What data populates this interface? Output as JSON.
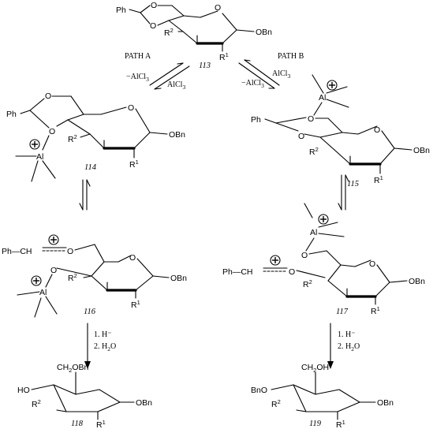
{
  "paths": {
    "path_a": "PATH A",
    "path_b": "PATH B"
  },
  "reagents": {
    "minus_alcl3_a": "−AlCl",
    "plus_alcl3_a": "AlCl",
    "plus_alcl3_b": "AlCl",
    "minus_alcl3_b": "−AlCl",
    "sub3": "3",
    "step_hydride_left": "1. H⁻",
    "step_water_left": "2. H",
    "step_hydride_right": "1. H⁻",
    "step_water_right": "2. H",
    "sub2": "2",
    "water_o": "O"
  },
  "compounds": {
    "c113": "113",
    "c114": "114",
    "c115": "115",
    "c116": "116",
    "c117": "117",
    "c118": "118",
    "c119": "119"
  },
  "atoms": {
    "ph": "Ph",
    "o": "O",
    "obn": "OBn",
    "r1": "R",
    "r2": "R",
    "sup1": "1",
    "sup2": "2",
    "al": "Al",
    "ph_ch": "Ph—CH",
    "ho": "HO",
    "bno": "BnO",
    "ch2obn": "CH",
    "ch2obn_tail": "OBn",
    "ch2oh": "CH",
    "ch2oh_tail": "OH"
  },
  "charges": {
    "plus": "+"
  }
}
